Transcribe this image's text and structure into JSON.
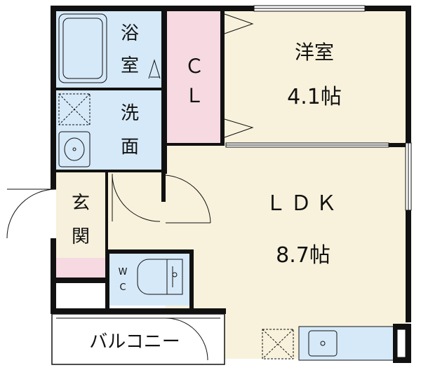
{
  "rooms": {
    "bath": "浴室",
    "wash": "洗面",
    "closet": "ＣＬ",
    "western": "洋室",
    "western_size": "4.1帖",
    "ldk": "ＬＤＫ",
    "ldk_size": "8.7帖",
    "entrance": "玄関",
    "wc": "WC",
    "balcony": "バルコニー"
  },
  "colors": {
    "wet_area": "#d6e9f8",
    "room": "#f8f2dc",
    "closet": "#f7d9e2",
    "entrance": "#f6f0dc",
    "entrance_floor": "#f7d9e2",
    "wall": "#111111"
  }
}
